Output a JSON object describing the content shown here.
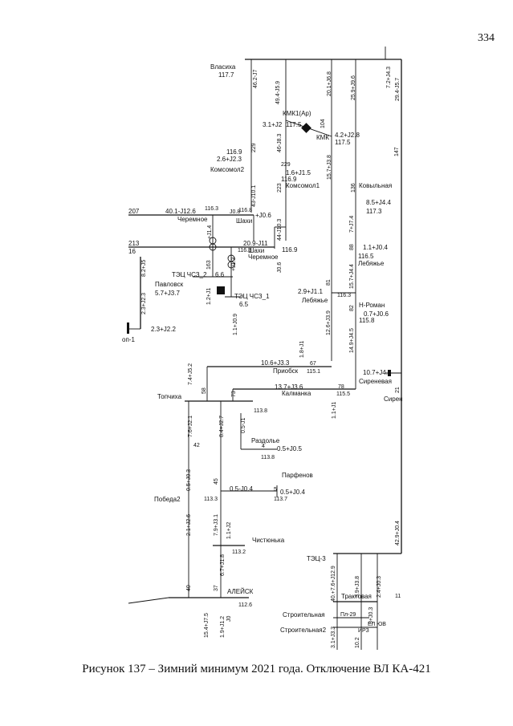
{
  "page_number": "334",
  "caption": "Рисунок 137 – Зимний минимум 2021 года. Отключение ВЛ КА-421",
  "labels": [
    {
      "id": "vlasiha",
      "text": "Власиха"
    },
    {
      "id": "vlasiha_v",
      "text": "117.7"
    },
    {
      "id": "f_46_2",
      "text": "46.2-J7"
    },
    {
      "id": "f_49_4",
      "text": "49.4-J5.9"
    },
    {
      "id": "f_20_1",
      "text": "20.1+J6.8"
    },
    {
      "id": "f_25_9",
      "text": "25.9+J9.6"
    },
    {
      "id": "f_7_2",
      "text": "7.2+J4.3"
    },
    {
      "id": "f_29_4",
      "text": "29.4-J5.7"
    },
    {
      "id": "kmk1",
      "text": "КМК1(Ар)"
    },
    {
      "id": "f_3_1",
      "text": "3.1+J2"
    },
    {
      "id": "kmk1_v",
      "text": "117.5"
    },
    {
      "id": "kmk",
      "text": "КМК"
    },
    {
      "id": "f_4_2",
      "text": "4.2+J2.8"
    },
    {
      "id": "kmk_v",
      "text": "117.5"
    },
    {
      "id": "n_104",
      "text": "104"
    },
    {
      "id": "n_147",
      "text": "147"
    },
    {
      "id": "v_116_9a",
      "text": "116.9"
    },
    {
      "id": "f_2_6",
      "text": "2.6+J2.3"
    },
    {
      "id": "f_46_18",
      "text": "46-J8.3"
    },
    {
      "id": "n_229a",
      "text": "229"
    },
    {
      "id": "n_229b",
      "text": "229"
    },
    {
      "id": "komsomol2",
      "text": "Комсомол2"
    },
    {
      "id": "f_1_6",
      "text": "1.6+J1.5"
    },
    {
      "id": "v_116_9b",
      "text": "116.9"
    },
    {
      "id": "komsomol1",
      "text": "Комсомол1"
    },
    {
      "id": "f_43",
      "text": "43-J10.1"
    },
    {
      "id": "f_15_7",
      "text": "15.7+J3.8"
    },
    {
      "id": "n_223",
      "text": "223"
    },
    {
      "id": "n_136",
      "text": "136"
    },
    {
      "id": "kovylnaya",
      "text": "Ковыльная"
    },
    {
      "id": "f_8_5",
      "text": "8.5+J4.4"
    },
    {
      "id": "v_117_3",
      "text": "117.3"
    },
    {
      "id": "n_207",
      "text": "207"
    },
    {
      "id": "f_40_1",
      "text": "40.1-J12.6"
    },
    {
      "id": "v_116_3a",
      "text": "116.3"
    },
    {
      "id": "f_0_8",
      "text": "J0.8"
    },
    {
      "id": "v_116_8",
      "text": "116.8"
    },
    {
      "id": "cheremnoe1",
      "text": "Черемное"
    },
    {
      "id": "shahi1",
      "text": "Шахи"
    },
    {
      "id": "f_0_6",
      "text": "+J0.6"
    },
    {
      "id": "f_44",
      "text": "44-J10.3"
    },
    {
      "id": "f_7_4",
      "text": "7+J7.4"
    },
    {
      "id": "f_1_4",
      "text": "+J1.4"
    },
    {
      "id": "n_213",
      "text": "213"
    },
    {
      "id": "f_209",
      "text": "20.9-J11"
    },
    {
      "id": "v_116_3b",
      "text": "116.3"
    },
    {
      "id": "shahi2",
      "text": "Шахи"
    },
    {
      "id": "v_116_9c",
      "text": "116.9"
    },
    {
      "id": "cheremnoe2",
      "text": "Черемное"
    },
    {
      "id": "n_88",
      "text": "88"
    },
    {
      "id": "f_1_1",
      "text": "1.1+J0.4"
    },
    {
      "id": "v_116_5",
      "text": "116.5"
    },
    {
      "id": "lebyazhe1",
      "text": "Лебяжье"
    },
    {
      "id": "n_16",
      "text": "16"
    },
    {
      "id": "f_8_2",
      "text": "8.2+J5"
    },
    {
      "id": "tec_ches2",
      "text": "ТЭЦ ЧСЗ_2"
    },
    {
      "id": "f_1_3",
      "text": "+J1.3"
    },
    {
      "id": "f_163",
      "text": "163"
    },
    {
      "id": "v_6_6",
      "text": "6.6"
    },
    {
      "id": "f_0_6b",
      "text": "J0.6"
    },
    {
      "id": "f_15_7b",
      "text": "15.7+J4.4"
    },
    {
      "id": "pavlovsk",
      "text": "Павловск"
    },
    {
      "id": "f_5_7",
      "text": "5.7+J3.7"
    },
    {
      "id": "f_2_3a",
      "text": "2.3+J2.3"
    },
    {
      "id": "f_1_2",
      "text": "1.2+J1"
    },
    {
      "id": "tec_ches1",
      "text": "ТЭЦ ЧСЗ_1"
    },
    {
      "id": "v_6_5",
      "text": "6.5"
    },
    {
      "id": "n_81",
      "text": "81"
    },
    {
      "id": "f_2_9",
      "text": "2.9+J1.1"
    },
    {
      "id": "lebyazhe2",
      "text": "Лебяжье"
    },
    {
      "id": "v_116_3c",
      "text": "116.3"
    },
    {
      "id": "n_roman",
      "text": "Н-Роман"
    },
    {
      "id": "f_0_7",
      "text": "0.7+J0.6"
    },
    {
      "id": "v_115_8",
      "text": "115.8"
    },
    {
      "id": "n_82",
      "text": "82"
    },
    {
      "id": "f_2_3b",
      "text": "2.3+J2.2"
    },
    {
      "id": "op1",
      "text": "оп-1"
    },
    {
      "id": "f_1_1b",
      "text": "1.1+J0.9"
    },
    {
      "id": "f_12_6",
      "text": "12.6+J3.9"
    },
    {
      "id": "f_14_9",
      "text": "14.9+J4.5"
    },
    {
      "id": "f_1_8",
      "text": "1.8+J1"
    },
    {
      "id": "f_10_6",
      "text": "10.6+J3.3"
    },
    {
      "id": "n_67",
      "text": "67"
    },
    {
      "id": "priobsk",
      "text": "Приобск"
    },
    {
      "id": "v_115_1",
      "text": "115.1"
    },
    {
      "id": "f_10_7",
      "text": "10.7+J4.6"
    },
    {
      "id": "sirenevaya1",
      "text": "Сиреневая"
    },
    {
      "id": "sirenevaya2",
      "text": "Сирен"
    },
    {
      "id": "f_7_4b",
      "text": "7.4+J5.2"
    },
    {
      "id": "f_13_7",
      "text": "13.7+J3.6"
    },
    {
      "id": "n_78",
      "text": "78"
    },
    {
      "id": "kalmanka",
      "text": "Калманка"
    },
    {
      "id": "v_115_5",
      "text": "115.5"
    },
    {
      "id": "n_21",
      "text": "21"
    },
    {
      "id": "topchiha",
      "text": "Топчиха"
    },
    {
      "id": "n_58",
      "text": "58"
    },
    {
      "id": "n_73",
      "text": "73"
    },
    {
      "id": "v_113_8a",
      "text": "113.8"
    },
    {
      "id": "f_1_1c",
      "text": "1.1+J1"
    },
    {
      "id": "f_7_6",
      "text": "7.6+J2.1"
    },
    {
      "id": "f_8_4",
      "text": "8.4+J2.7"
    },
    {
      "id": "f_0_5a",
      "text": "0.5-J1"
    },
    {
      "id": "razdolye",
      "text": "Раздолье"
    },
    {
      "id": "n_4",
      "text": "4"
    },
    {
      "id": "f_0_5b",
      "text": "0.5+J0.5"
    },
    {
      "id": "v_113_8b",
      "text": "113.8"
    },
    {
      "id": "n_42",
      "text": "42"
    },
    {
      "id": "f_0_5c",
      "text": "0.5+J0.3"
    },
    {
      "id": "parfenovo",
      "text": "Парфенов"
    },
    {
      "id": "n_45",
      "text": "45"
    },
    {
      "id": "f_0_5d",
      "text": "0.5-J0.4"
    },
    {
      "id": "n_5",
      "text": "5"
    },
    {
      "id": "f_0_5e",
      "text": "0.5+J0.4"
    },
    {
      "id": "v_113_7",
      "text": "113.7"
    },
    {
      "id": "pobeda2",
      "text": "Победа2"
    },
    {
      "id": "v_113_3",
      "text": "113.3"
    },
    {
      "id": "f_2_1",
      "text": "2.1+J2.6"
    },
    {
      "id": "f_7_9",
      "text": "7.9+J3.1"
    },
    {
      "id": "f_1_1d",
      "text": "1.1+J2"
    },
    {
      "id": "chistyunka",
      "text": "Чистюнька"
    },
    {
      "id": "v_113_2",
      "text": "113.2"
    },
    {
      "id": "f_6_7",
      "text": "6.7+J1.8"
    },
    {
      "id": "f_42_9",
      "text": "42.9+J0.4"
    },
    {
      "id": "tec3",
      "text": "ТЭЦ-3"
    },
    {
      "id": "n_40",
      "text": "40"
    },
    {
      "id": "n_37",
      "text": "37"
    },
    {
      "id": "aleysk",
      "text": "АЛЕЙСК"
    },
    {
      "id": "v_112_6",
      "text": "112.6"
    },
    {
      "id": "f_40b",
      "text": "40.+7.6+J12.9"
    },
    {
      "id": "f_3_9",
      "text": "3.9+J3.8"
    },
    {
      "id": "f_2_4",
      "text": "2.4+J0.3"
    },
    {
      "id": "n_11",
      "text": "11"
    },
    {
      "id": "traktovaya",
      "text": "Трактовая"
    },
    {
      "id": "f_15_4",
      "text": "15.4+J7.5"
    },
    {
      "id": "f_1_9",
      "text": "1.9+J1.2"
    },
    {
      "id": "n_j0",
      "text": "J0"
    },
    {
      "id": "stroitelnaya",
      "text": "Строительная"
    },
    {
      "id": "n_pp",
      "text": "Пл-29"
    },
    {
      "id": "f_3_3",
      "text": "3+J0.3"
    },
    {
      "id": "stroitelnaya2",
      "text": "Строительная2"
    },
    {
      "id": "f_3_1b",
      "text": "3.1+J3.3"
    },
    {
      "id": "f_10_2",
      "text": "10.2"
    },
    {
      "id": "yubileinaya",
      "text": "ЕЛ ЮВ"
    },
    {
      "id": "rv",
      "text": "ИРЗ"
    }
  ]
}
